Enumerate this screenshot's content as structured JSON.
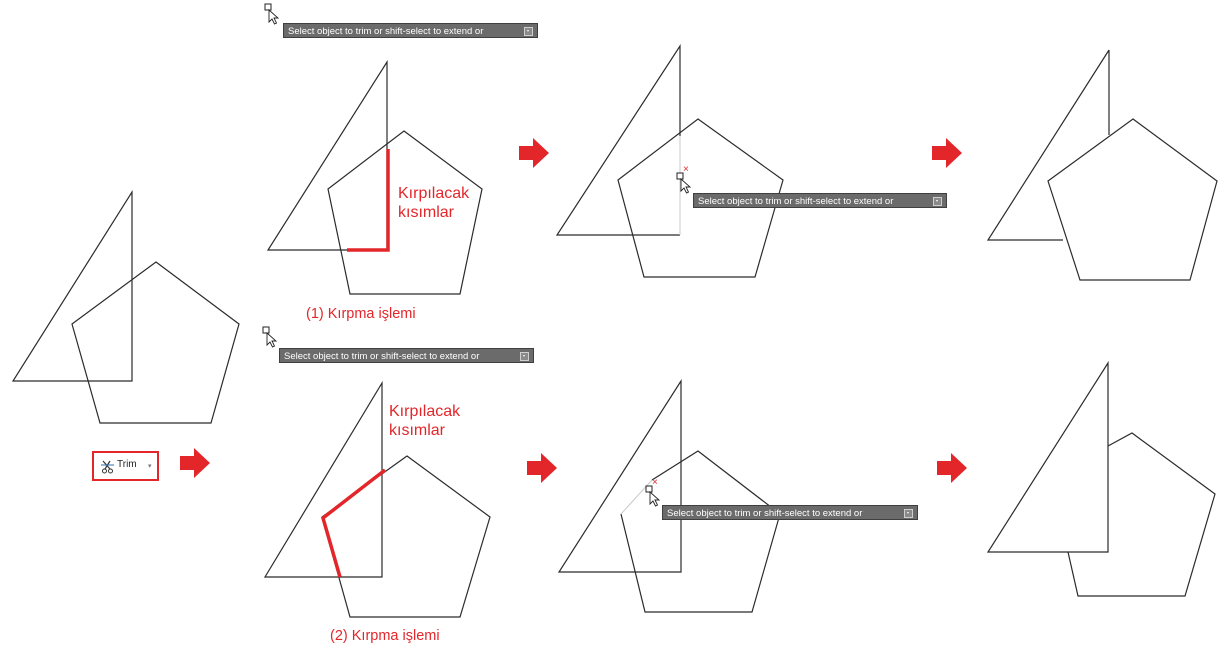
{
  "tool": {
    "trim_label": "Trim"
  },
  "prompt_text": "Select object to trim or shift-select to extend or",
  "labels": {
    "cut_parts_top_line1": "Kırpılacak",
    "cut_parts_top_line2": "kısımlar",
    "cut_parts_bottom_line1": "Kırpılacak",
    "cut_parts_bottom_line2": "kısımlar",
    "step1_caption": "(1) Kırpma işlemi",
    "step2_caption": "(2) Kırpma işlemi"
  },
  "colors": {
    "highlight": "#e3262a",
    "line": "#2b2b2b",
    "tooltip_bg": "#6b6b6b"
  },
  "icons": [
    "scissors-icon",
    "pickbox-cursor-icon",
    "right-arrow-icon",
    "delete-x-icon"
  ]
}
